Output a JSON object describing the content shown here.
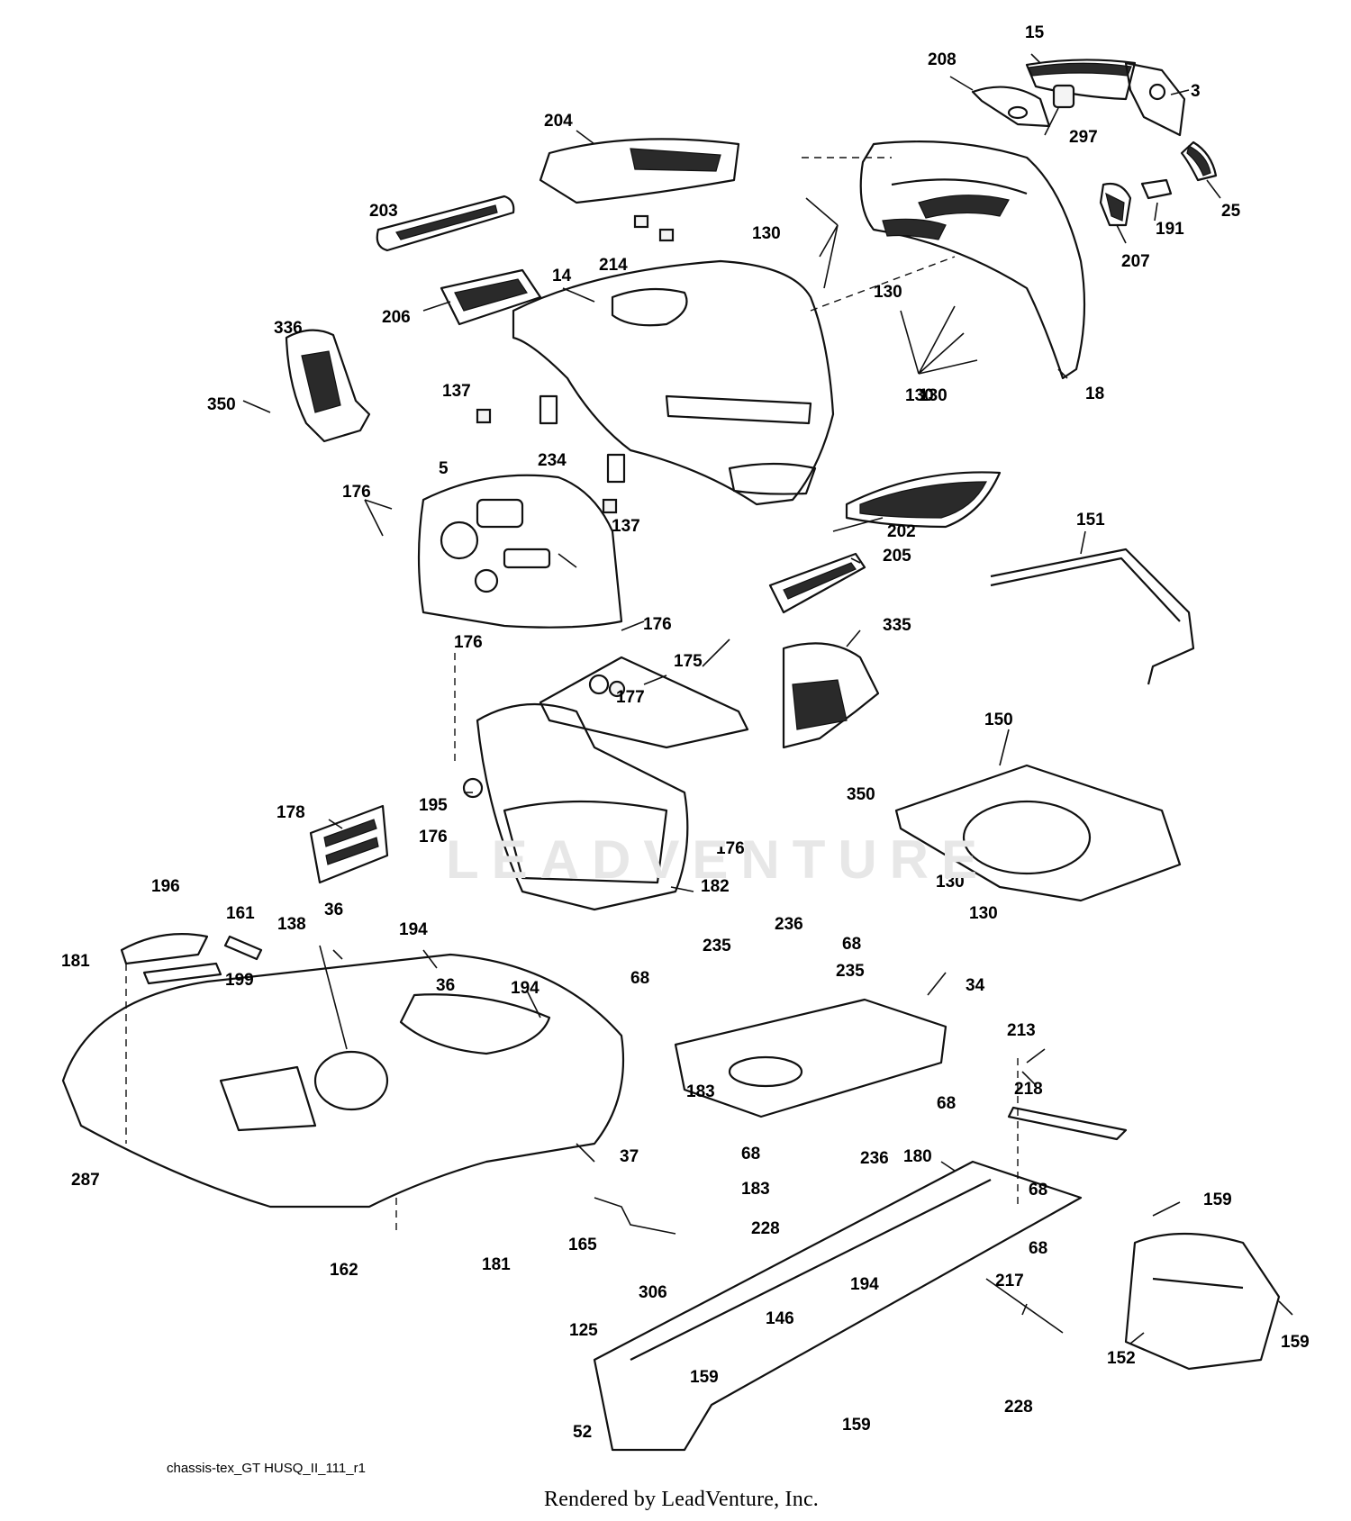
{
  "watermark": "LEADVENTURE",
  "diagram_id": "chassis-tex_GT HUSQ_II_111_r1",
  "credit": "Rendered by LeadVenture, Inc.",
  "callouts": [
    "15",
    "208",
    "3",
    "297",
    "25",
    "207",
    "191",
    "204",
    "203",
    "214",
    "130",
    "130",
    "130",
    "130",
    "14",
    "18",
    "206",
    "336",
    "350",
    "137",
    "234",
    "137",
    "5",
    "176",
    "202",
    "205",
    "151",
    "176",
    "176",
    "175",
    "177",
    "335",
    "150",
    "350",
    "195",
    "176",
    "176",
    "178",
    "182",
    "130",
    "130",
    "196",
    "161",
    "181",
    "138",
    "36",
    "194",
    "36",
    "199",
    "194",
    "236",
    "68",
    "235",
    "68",
    "235",
    "34",
    "213",
    "218",
    "183",
    "68",
    "236",
    "68",
    "183",
    "180",
    "68",
    "68",
    "287",
    "37",
    "159",
    "162",
    "181",
    "165",
    "228",
    "306",
    "194",
    "146",
    "217",
    "152",
    "159",
    "125",
    "159",
    "52",
    "228",
    "159"
  ]
}
